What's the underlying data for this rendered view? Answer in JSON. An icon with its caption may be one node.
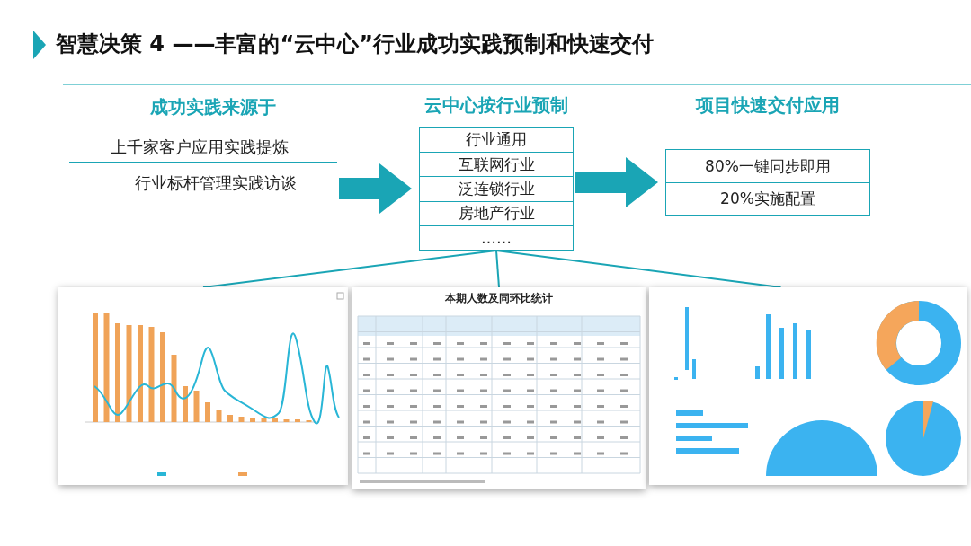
{
  "diagram": {
    "title": "智慧决策 4 ——丰富的“云中心”行业成功实践预制和快速交付",
    "nodes": [
      {
        "text": [
          "成功实践来源于",
          "上千家客户应用实践提炼",
          "行业标杆管理实践访谈"
        ]
      },
      {
        "text": [
          "云中心按行业预制"
        ]
      },
      {
        "text": [
          "行业通用"
        ],
        "in": 1
      },
      {
        "text": [
          "互联网行业"
        ],
        "in": 1
      },
      {
        "text": [
          "泛连锁行业"
        ],
        "in": 1
      },
      {
        "text": [
          "房地产行业"
        ],
        "in": 1
      },
      {
        "text": [
          "……"
        ],
        "in": 1
      },
      {
        "text": [
          "项目快速交付应用"
        ]
      },
      {
        "text": [
          "80%一键同步即用"
        ],
        "in": 7
      },
      {
        "text": [
          "20%实施配置"
        ],
        "in": 7
      },
      {
        "text": [],
        "shape": "picture"
      },
      {
        "text": [
          "本期人数及同环比统计"
        ]
      },
      {
        "text": [],
        "shape": "picture"
      }
    ],
    "edges": [
      {
        "from": 0,
        "to": 1,
        "arrow": "to",
        "style": "thick"
      },
      {
        "from": 1,
        "to": 7,
        "arrow": "to",
        "style": "thick"
      },
      {
        "from": 1,
        "to": 10,
        "arrow": "none"
      },
      {
        "from": 1,
        "to": 11,
        "arrow": "none"
      },
      {
        "from": 1,
        "to": 12,
        "arrow": "none"
      }
    ]
  }
}
